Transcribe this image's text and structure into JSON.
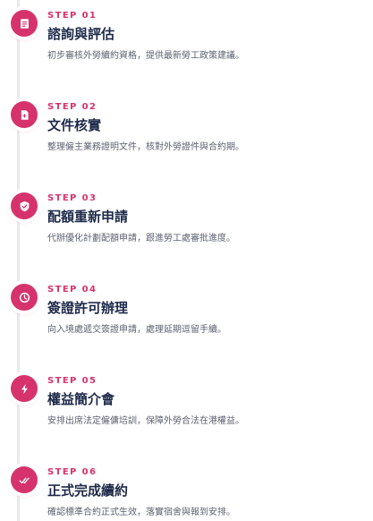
{
  "accent_color": "#d6336c",
  "title_color": "#1e2a4a",
  "steps": [
    {
      "number": "STEP 01",
      "title": "諮詢與評估",
      "description": "初步審核外勞續約資格，提供最新勞工政策建議。",
      "icon": "document-list-icon"
    },
    {
      "number": "STEP 02",
      "title": "文件核實",
      "description": "整理僱主業務證明文件，核對外勞證件與合約期。",
      "icon": "file-plus-icon"
    },
    {
      "number": "STEP 03",
      "title": "配額重新申請",
      "description": "代辦優化計劃配額申請，跟進勞工處審批進度。",
      "icon": "shield-check-icon"
    },
    {
      "number": "STEP 04",
      "title": "簽證許可辦理",
      "description": "向入境處遞交簽證申請，處理延期逗留手續。",
      "icon": "clock-icon"
    },
    {
      "number": "STEP 05",
      "title": "權益簡介會",
      "description": "安排出席法定僱傭培訓，保障外勞合法在港權益。",
      "icon": "lightning-icon"
    },
    {
      "number": "STEP 06",
      "title": "正式完成續約",
      "description": "確認標準合約正式生效，落實宿舍與報到安排。",
      "icon": "double-check-icon"
    }
  ]
}
